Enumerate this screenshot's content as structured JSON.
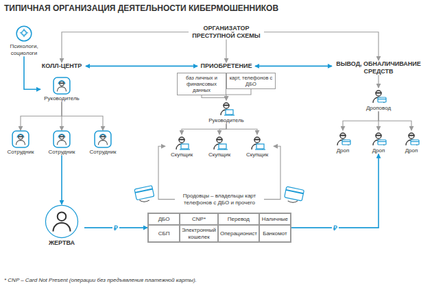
{
  "diagram": {
    "title": "ТИПИЧНАЯ ОРГАНИЗАЦИЯ ДЕЯТЕЛЬНОСТИ КИБЕРМОШЕННИКОВ",
    "caption": "* CNP – Card Not Present (операции без предъявления платежной карты).",
    "nodes": [
      {
        "text": [
          "ОРГАНИЗАТОР ПРЕСТУПНОЙ СХЕМЫ"
        ]
      },
      {
        "text": [
          "Психологи, социологи"
        ]
      },
      {
        "text": [
          "КОЛЛ-ЦЕНТР"
        ]
      },
      {
        "text": [
          "ПРИОБРЕТЕНИЕ"
        ]
      },
      {
        "text": [
          "ВЫВОД, ОБНАЛИЧИВАНИЕ СРЕДСТВ"
        ]
      },
      {
        "text": [
          "баз личных и финансовых данных"
        ]
      },
      {
        "text": [
          "карт, телефонов с ДБО"
        ]
      },
      {
        "text": [
          "Руководитель"
        ]
      },
      {
        "text": [
          "Руководитель"
        ]
      },
      {
        "text": [
          "Дроповод"
        ]
      },
      {
        "text": [
          "Сотрудник"
        ]
      },
      {
        "text": [
          "Сотрудник"
        ]
      },
      {
        "text": [
          "Сотрудник"
        ]
      },
      {
        "text": [
          "Скупщик"
        ]
      },
      {
        "text": [
          "Скупщик"
        ]
      },
      {
        "text": [
          "Скупщик"
        ]
      },
      {
        "text": [
          "Дроп"
        ]
      },
      {
        "text": [
          "Дроп"
        ]
      },
      {
        "text": [
          "Дроп"
        ]
      },
      {
        "text": [
          "Продовцы – владельцы карт телефонов с ДБО и прочего"
        ]
      },
      {
        "text": [
          "ДБО",
          "CNP*",
          "Перевод",
          "Наличные",
          "СБП",
          "Электронный кошелек",
          "Операционист",
          "Банкомот"
        ]
      },
      {
        "text": [
          "ЖЕРТВА"
        ]
      }
    ],
    "edges": [
      {
        "from": 0,
        "to": 2,
        "arrow": "to"
      },
      {
        "from": 0,
        "to": 3,
        "arrow": "to"
      },
      {
        "from": 0,
        "to": 4,
        "arrow": "to"
      },
      {
        "from": 2,
        "to": 3,
        "arrow": "both"
      },
      {
        "from": 3,
        "to": 4,
        "arrow": "both"
      },
      {
        "from": 1,
        "to": 7,
        "arrow": "to"
      },
      {
        "from": 7,
        "to": 10,
        "arrow": "to"
      },
      {
        "from": 7,
        "to": 11,
        "arrow": "to"
      },
      {
        "from": 7,
        "to": 12,
        "arrow": "to"
      },
      {
        "from": 5,
        "to": 8,
        "arrow": "to"
      },
      {
        "from": 6,
        "to": 8,
        "arrow": "to"
      },
      {
        "from": 8,
        "to": 13,
        "arrow": "to"
      },
      {
        "from": 8,
        "to": 14,
        "arrow": "to"
      },
      {
        "from": 8,
        "to": 15,
        "arrow": "to"
      },
      {
        "from": 4,
        "to": 9,
        "arrow": "to"
      },
      {
        "from": 9,
        "to": 16,
        "arrow": "to"
      },
      {
        "from": 9,
        "to": 17,
        "arrow": "to"
      },
      {
        "from": 9,
        "to": 18,
        "arrow": "to"
      },
      {
        "from": 19,
        "to": 13,
        "arrow": "to"
      },
      {
        "from": 19,
        "to": 15,
        "arrow": "to"
      },
      {
        "from": 11,
        "to": 21,
        "arrow": "to"
      },
      {
        "from": 21,
        "to": 20,
        "label": "₽",
        "arrow": "to"
      },
      {
        "from": 20,
        "to": 17,
        "label": "₽",
        "arrow": "to"
      }
    ]
  }
}
